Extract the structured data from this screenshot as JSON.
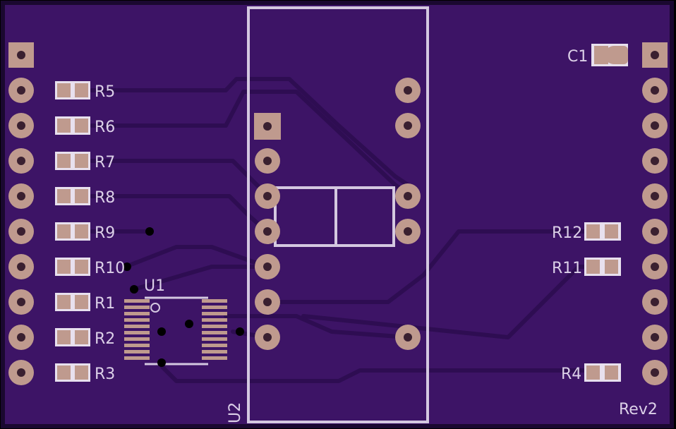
{
  "colors": {
    "background": "#000000",
    "board": "#3d1466",
    "trace": "#2e0d52",
    "trace_edge": "#55258a",
    "pad": "#bf9a8e",
    "pad_dark": "#8a6a62",
    "hole": "#3a2030",
    "silk": "#dcd0e8",
    "via": "#000000"
  },
  "labels": {
    "r5": "R5",
    "r6": "R6",
    "r7": "R7",
    "r8": "R8",
    "r9": "R9",
    "r10": "R10",
    "r1": "R1",
    "r2": "R2",
    "r3": "R3",
    "r12": "R12",
    "r11": "R11",
    "r4": "R4",
    "c1": "C1",
    "u1": "U1",
    "u2": "U2",
    "revision": "Rev2"
  }
}
